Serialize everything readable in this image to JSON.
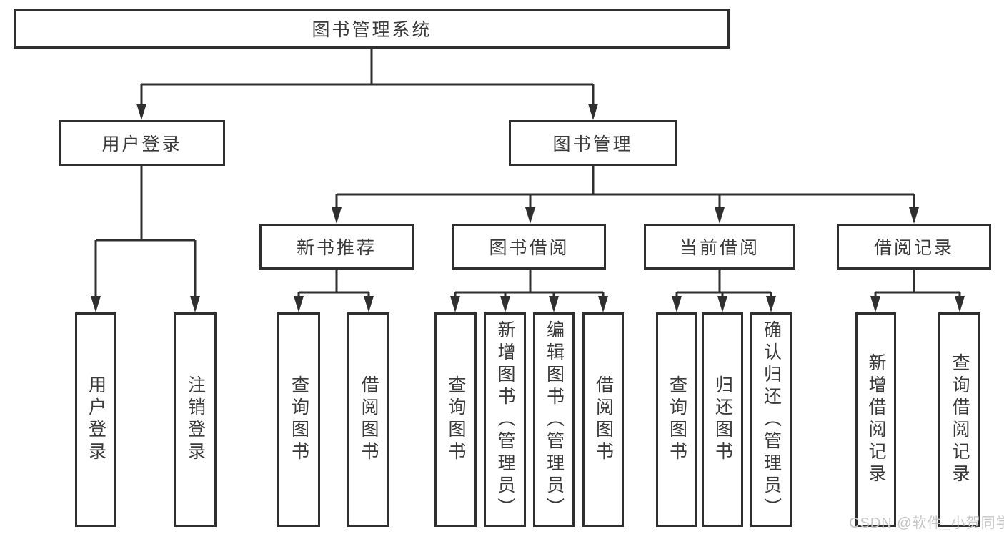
{
  "tree": {
    "label": "图书管理系统",
    "children": [
      {
        "label": "用户登录",
        "children": [
          {
            "label": "用户登录"
          },
          {
            "label": "注销登录"
          }
        ]
      },
      {
        "label": "图书管理",
        "children": [
          {
            "label": "新书推荐",
            "children": [
              {
                "label": "查询图书"
              },
              {
                "label": "借阅图书"
              }
            ]
          },
          {
            "label": "图书借阅",
            "children": [
              {
                "label": "查询图书"
              },
              {
                "label": "新增图书（管理员）"
              },
              {
                "label": "编辑图书（管理员）"
              },
              {
                "label": "借阅图书"
              }
            ]
          },
          {
            "label": "当前借阅",
            "children": [
              {
                "label": "查询图书"
              },
              {
                "label": "归还图书"
              },
              {
                "label": "确认归还（管理员）"
              }
            ]
          },
          {
            "label": "借阅记录",
            "children": [
              {
                "label": "新增借阅记录"
              },
              {
                "label": "查询借阅记录"
              }
            ]
          }
        ]
      }
    ]
  },
  "watermark": "CSDN @软件_小贺同学",
  "colors": {
    "line": "#2f2f2f",
    "text": "#3a3a3a",
    "box-bg": "#ffffff",
    "watermark": "#c6c6c6"
  }
}
